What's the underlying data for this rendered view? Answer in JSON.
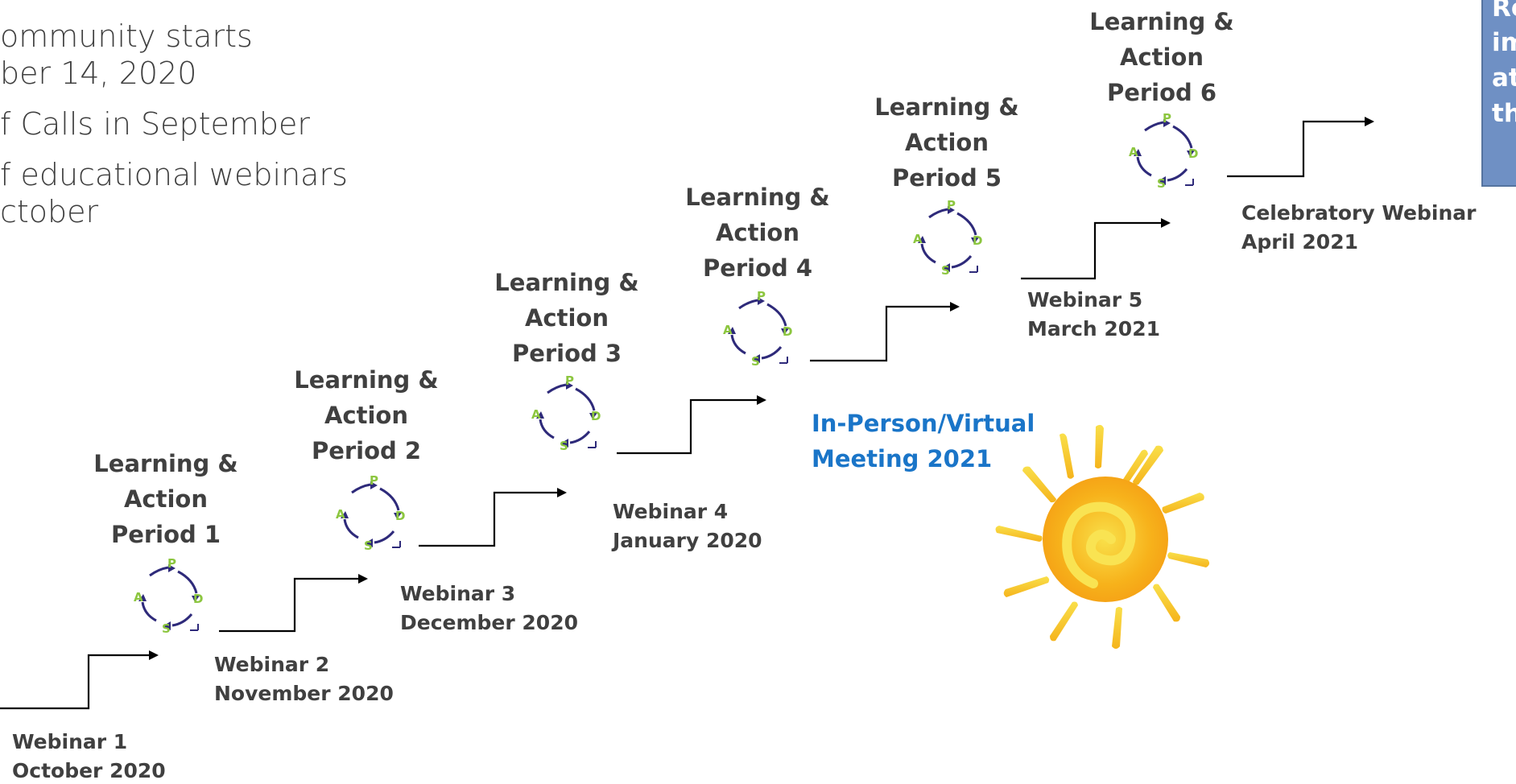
{
  "intro": {
    "line1": "ommunity starts",
    "line2": "ber 14, 2020",
    "line3": "f Calls in September",
    "line4": "f educational webinars",
    "line5": "ctober"
  },
  "periods": [
    {
      "line1": "Learning &",
      "line2": "Action",
      "line3": "Period 1"
    },
    {
      "line1": "Learning &",
      "line2": "Action",
      "line3": "Period 2"
    },
    {
      "line1": "Learning &",
      "line2": "Action",
      "line3": "Period 3"
    },
    {
      "line1": "Learning &",
      "line2": "Action",
      "line3": "Period 4"
    },
    {
      "line1": "Learning &",
      "line2": "Action",
      "line3": "Period 5"
    },
    {
      "line1": "Learning &",
      "line2": "Action",
      "line3": "Period 6"
    }
  ],
  "cycle": {
    "p": "P",
    "d": "D",
    "s": "S",
    "a": "A"
  },
  "webinars": [
    {
      "title": "Webinar 1",
      "date": "October 2020"
    },
    {
      "title": "Webinar 2",
      "date": "November 2020"
    },
    {
      "title": "Webinar 3",
      "date": "December 2020"
    },
    {
      "title": "Webinar 4",
      "date": "January 2020"
    },
    {
      "title": "Webinar 5",
      "date": "March 2021"
    },
    {
      "title": "Celebratory Webinar",
      "date": "April 2021"
    }
  ],
  "meeting": {
    "line1": "In-Person/Virtual",
    "line2": "Meeting 2021"
  },
  "result_box": {
    "line1": "Reliab",
    "line2": "imple",
    "line3": "at the",
    "line4": "the sy"
  },
  "colors": {
    "text": "#404040",
    "meeting": "#1a75c8",
    "result_box": "#6f90c4",
    "cycle_arrow": "#2e2a7a",
    "cycle_letter": "#8cc63f",
    "sun_outer": "#f7b21b",
    "sun_inner": "#f9dc4a"
  }
}
